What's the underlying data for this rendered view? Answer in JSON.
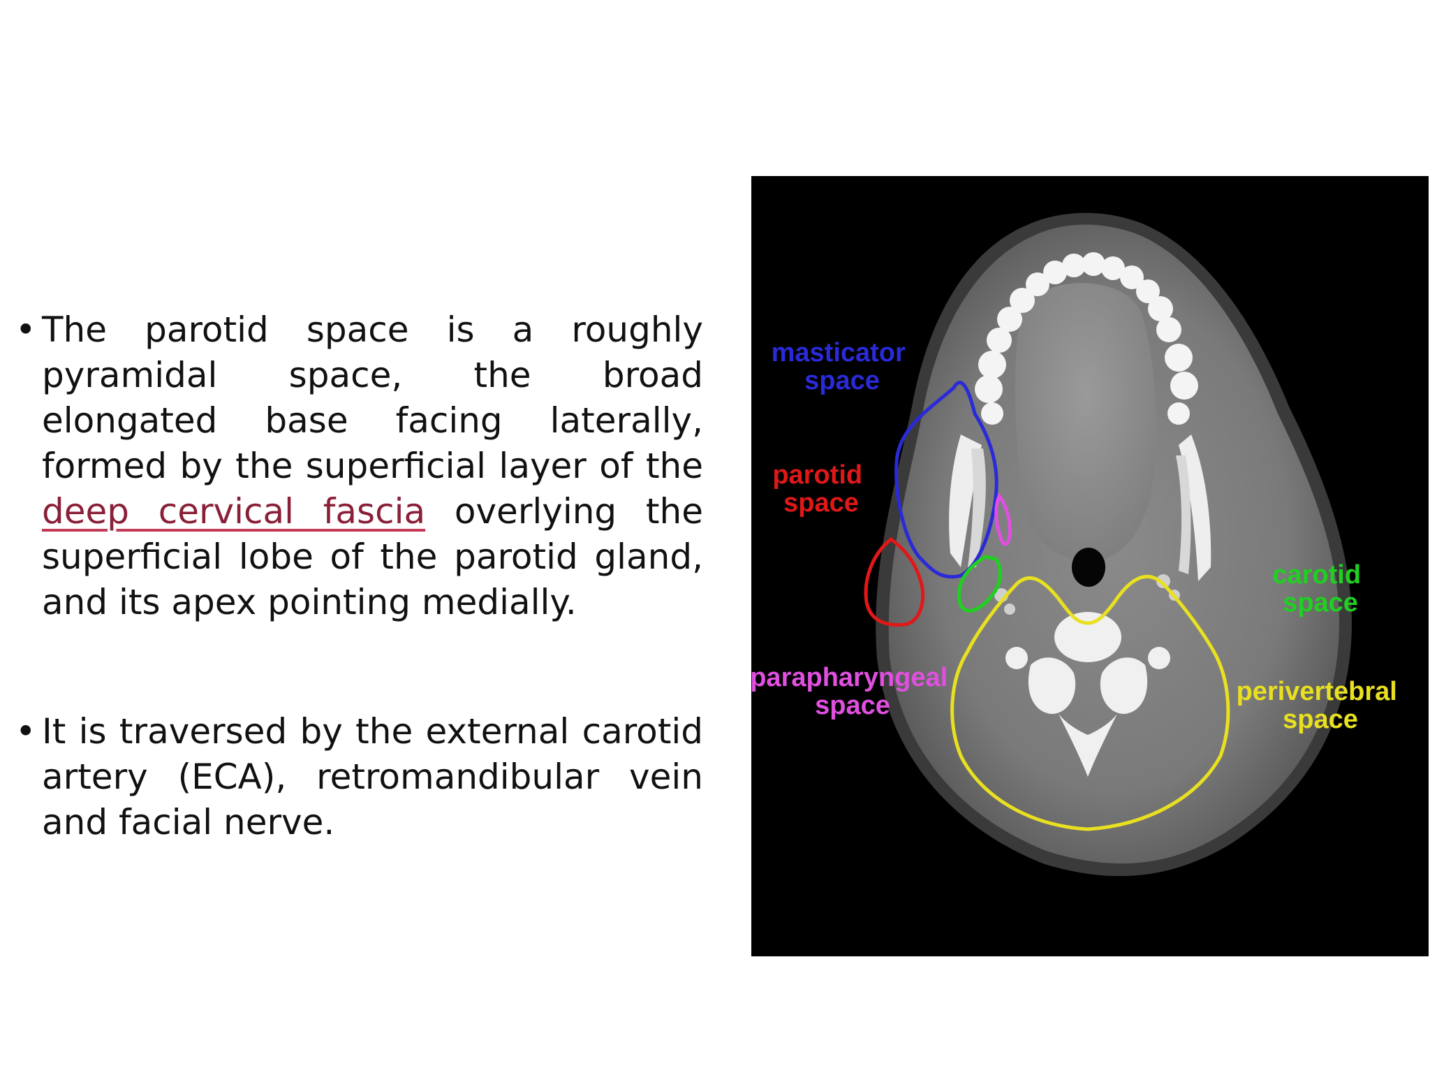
{
  "bullets": [
    {
      "before": "The parotid space is a roughly pyramidal space, the broad elongated base facing laterally, formed by the superficial layer of the ",
      "link": "deep cervical fascia",
      "after": " overlying the superficial lobe of the parotid gland, and its apex pointing medially."
    },
    {
      "text": "It is traversed by the external carotid artery (ECA), retromandibular vein and facial nerve."
    }
  ],
  "bullet_symbol": "•",
  "figure": {
    "labels": {
      "masticator": [
        "masticator",
        "space"
      ],
      "parotid": [
        "parotid",
        "space"
      ],
      "parapharyngeal": [
        "parapharyngeal",
        "space"
      ],
      "carotid": [
        "carotid",
        "space"
      ],
      "perivertebral": [
        "perivertebral",
        "space"
      ]
    },
    "colors": {
      "masticator": "#2a2ad8",
      "parotid": "#e01818",
      "parapharyngeal": "#e050e0",
      "carotid": "#20d020",
      "perivertebral": "#e8e020",
      "link": "#8a2038"
    }
  }
}
